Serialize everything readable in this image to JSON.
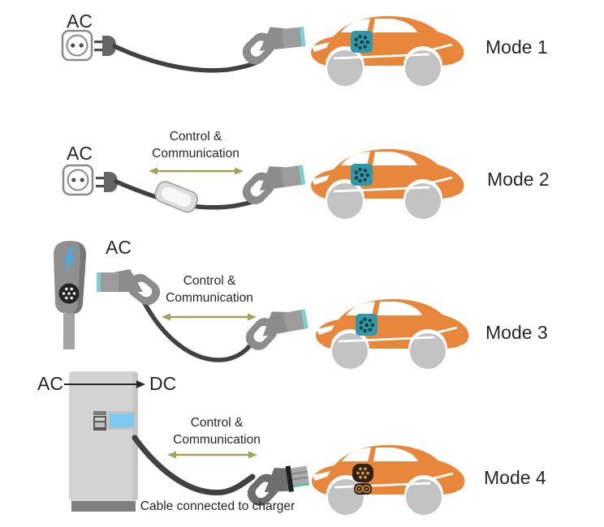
{
  "rows": [
    {
      "mode_label": "Mode 1",
      "source_label": "AC"
    },
    {
      "mode_label": "Mode 2",
      "source_label": "AC",
      "control_line1": "Control &",
      "control_line2": "Communication"
    },
    {
      "mode_label": "Mode 3",
      "source_label": "AC",
      "control_line1": "Control &",
      "control_line2": "Communication"
    },
    {
      "mode_label": "Mode 4",
      "source_label": "AC",
      "dest_label": "DC",
      "control_line1": "Control &",
      "control_line2": "Communication",
      "caption": "Cable connected to charger"
    }
  ],
  "colors": {
    "car_orange": "#E8873B",
    "wheel_gray": "#C3C3C3",
    "cable_dark": "#414141",
    "connector_gray": "#8C8C8C",
    "connector_dark_gray": "#6E6E6E",
    "connector_tip_teal": "#7ECFCF",
    "port_teal": "#2F97A8",
    "port_dot_dark": "#143743",
    "ccs_dark": "#2D2115",
    "ccs_dot_orange": "#D2913C",
    "arrow_olive": "#9EA45C",
    "wallbox_gray": "#8F8F8F",
    "bolt_blue": "#45AADF",
    "cabinet_gray": "#D3D3D3",
    "cabinet_base_gray": "#7F7F7F",
    "screen_blue": "#7EC9F1",
    "text_dark": "#262626"
  }
}
